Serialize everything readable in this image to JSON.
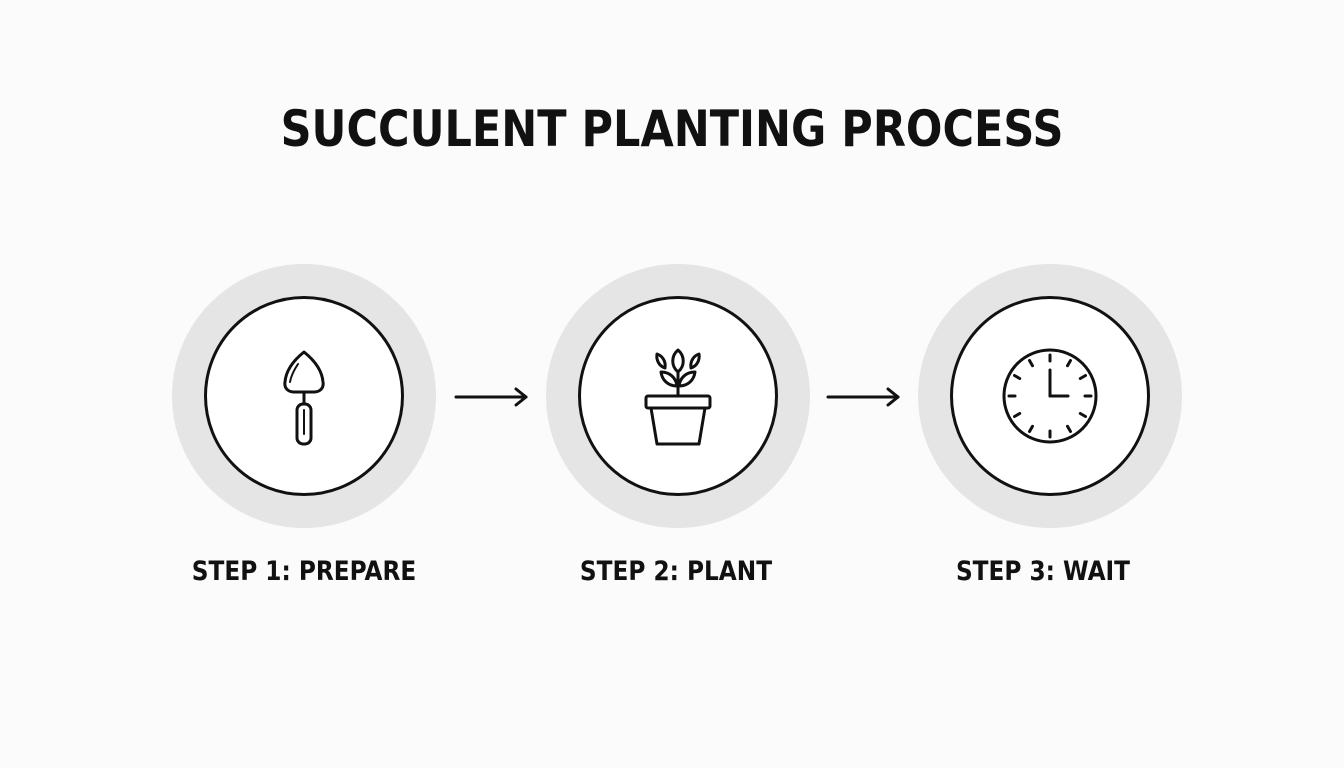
{
  "title": "SUCCULENT PLANTING PROCESS",
  "steps": [
    {
      "label": "STEP 1: PREPARE",
      "icon": "trowel-icon"
    },
    {
      "label": "STEP 2: PLANT",
      "icon": "potted-plant-icon"
    },
    {
      "label": "STEP 3: WAIT",
      "icon": "clock-icon"
    }
  ],
  "colors": {
    "ink": "#111111",
    "halo": "#e5e5e6",
    "background": "#fbfbfb"
  }
}
